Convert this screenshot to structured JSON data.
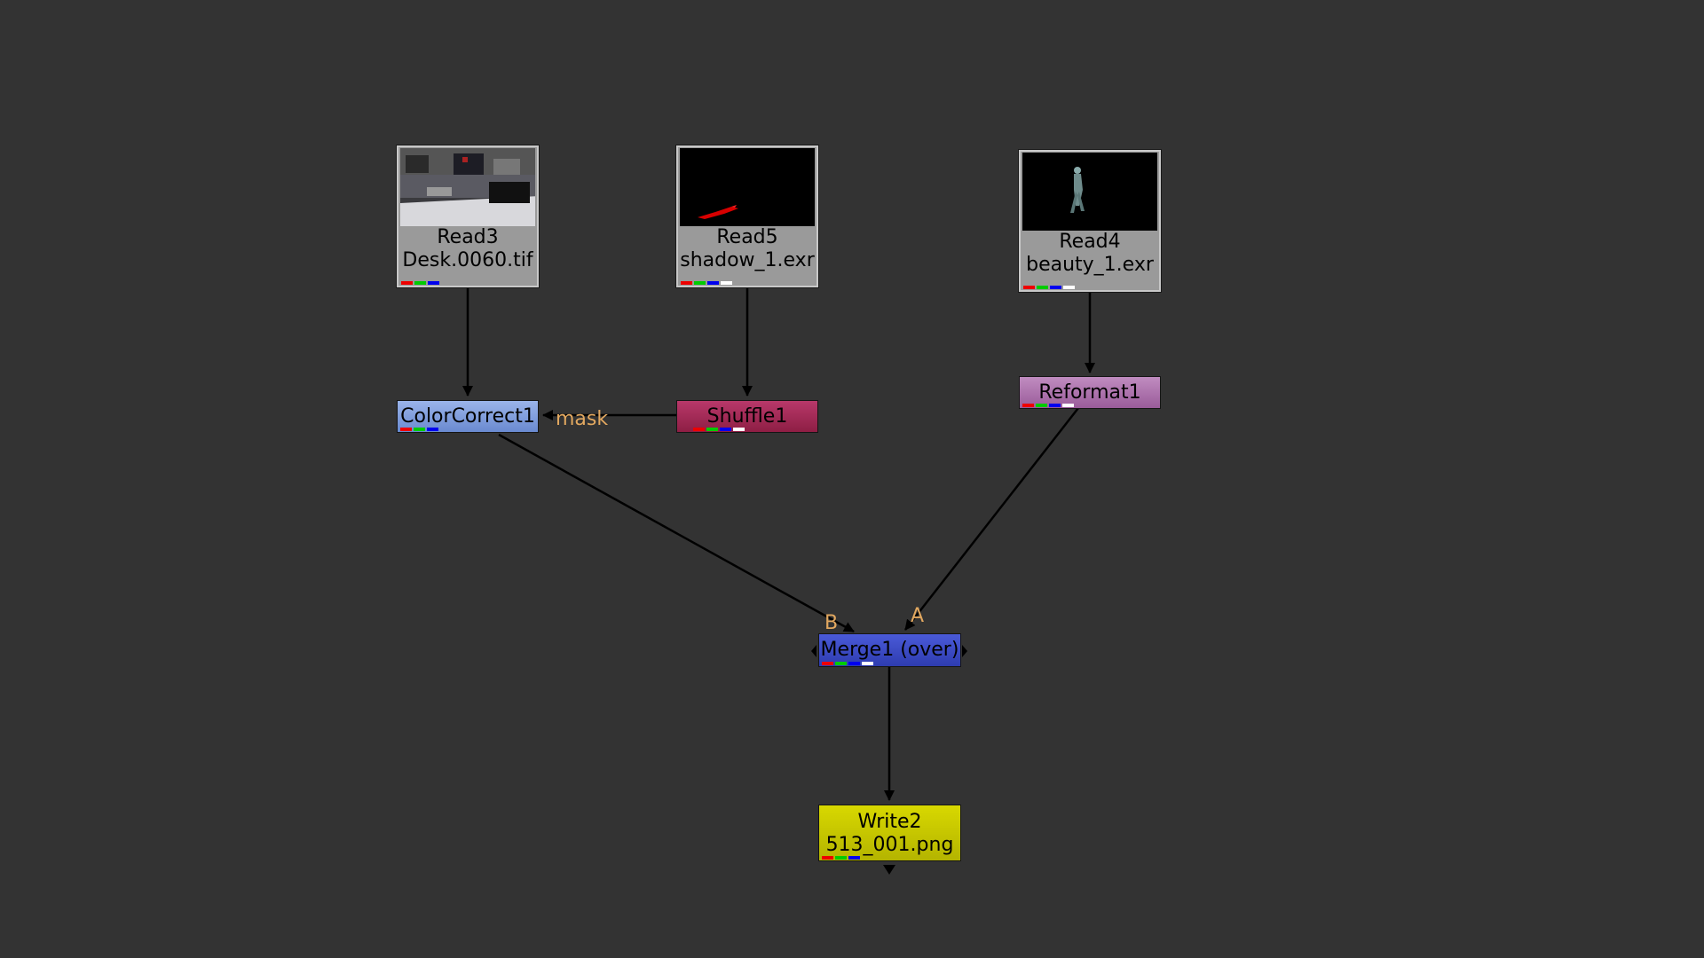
{
  "nodes": {
    "read3": {
      "name": "Read3",
      "file": "Desk.0060.tif"
    },
    "read5": {
      "name": "Read5",
      "file": "shadow_1.exr"
    },
    "read4": {
      "name": "Read4",
      "file": "beauty_1.exr"
    },
    "colorcorrect": {
      "name": "ColorCorrect1"
    },
    "shuffle": {
      "name": "Shuffle1"
    },
    "reformat": {
      "name": "Reformat1"
    },
    "merge": {
      "name": "Merge1 (over)"
    },
    "write": {
      "name": "Write2",
      "file": "513_001.png"
    }
  },
  "edge_labels": {
    "mask": "mask",
    "merge_b": "B",
    "merge_a": "A"
  },
  "colors": {
    "background": "#333333",
    "read_node": "#9a9a9a",
    "colorcorrect_node": "#7a9ad6",
    "shuffle_node": "#a02850",
    "reformat_node": "#a870a8",
    "merge_node": "#3a4ac8",
    "write_node": "#c8c800",
    "wire": "#000000",
    "edge_label": "#e2a860"
  }
}
